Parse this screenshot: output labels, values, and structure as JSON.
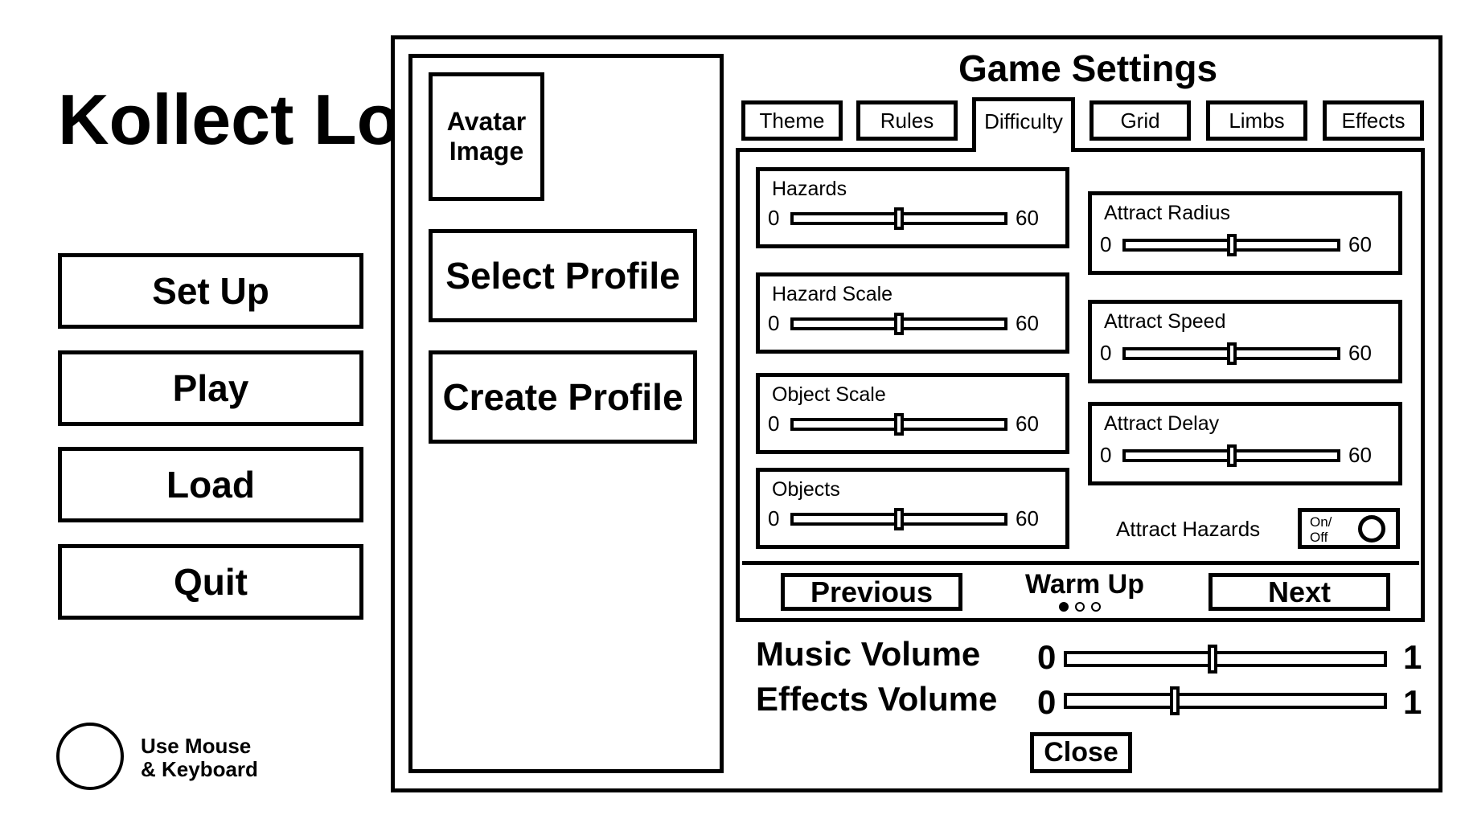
{
  "main_menu": {
    "title": "Kollect Loot",
    "buttons": [
      "Set Up",
      "Play",
      "Load",
      "Quit"
    ],
    "input_mode_label": "Use Mouse\n& Keyboard"
  },
  "profile": {
    "avatar_label": "Avatar Image",
    "select_label": "Select Profile",
    "create_label": "Create Profile"
  },
  "settings": {
    "title": "Game Settings",
    "tabs": [
      "Theme",
      "Rules",
      "Difficulty",
      "Grid",
      "Limbs",
      "Effects"
    ],
    "active_tab": "Difficulty",
    "sliders_left": [
      {
        "label": "Hazards",
        "min": "0",
        "max": "60",
        "value": 30
      },
      {
        "label": "Hazard Scale",
        "min": "0",
        "max": "60",
        "value": 30
      },
      {
        "label": "Object Scale",
        "min": "0",
        "max": "60",
        "value": 30
      },
      {
        "label": "Objects",
        "min": "0",
        "max": "60",
        "value": 30
      }
    ],
    "sliders_right": [
      {
        "label": "Attract Radius",
        "min": "0",
        "max": "60",
        "value": 30
      },
      {
        "label": "Attract Speed",
        "min": "0",
        "max": "60",
        "value": 30
      },
      {
        "label": "Attract Delay",
        "min": "0",
        "max": "60",
        "value": 30
      }
    ],
    "attract_hazards": {
      "label": "Attract Hazards",
      "toggle_label": "On/ Off"
    },
    "preset": {
      "previous": "Previous",
      "name": "Warm Up",
      "next": "Next",
      "page": 1,
      "pages": 3
    },
    "music_volume": {
      "label": "Music Volume",
      "min": "0",
      "max": "1",
      "value": 0.46
    },
    "effects_volume": {
      "label": "Effects Volume",
      "min": "0",
      "max": "1",
      "value": 0.34
    },
    "close_label": "Close"
  }
}
